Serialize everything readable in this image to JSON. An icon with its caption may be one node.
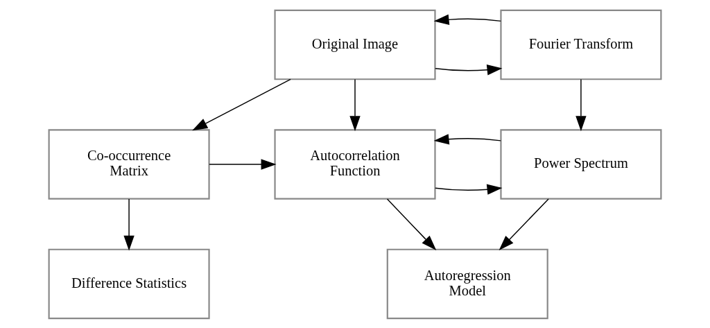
{
  "diagram": {
    "nodes": [
      {
        "text": [
          "Original Image"
        ]
      },
      {
        "text": [
          "Fourier Transform"
        ]
      },
      {
        "text": [
          "Co-occurrence Matrix"
        ]
      },
      {
        "text": [
          "Autocorrelation Function"
        ]
      },
      {
        "text": [
          "Power Spectrum"
        ]
      },
      {
        "text": [
          "Difference Statistics"
        ]
      },
      {
        "text": [
          "Autoregression Model"
        ]
      }
    ],
    "edges": [
      {
        "from": 0,
        "to": 1,
        "arrow": "to"
      },
      {
        "from": 1,
        "to": 0,
        "arrow": "to"
      },
      {
        "from": 1,
        "to": 4,
        "arrow": "to"
      },
      {
        "from": 0,
        "to": 2,
        "arrow": "to"
      },
      {
        "from": 0,
        "to": 3,
        "arrow": "to"
      },
      {
        "from": 2,
        "to": 3,
        "arrow": "to"
      },
      {
        "from": 3,
        "to": 4,
        "arrow": "to"
      },
      {
        "from": 4,
        "to": 3,
        "arrow": "to"
      },
      {
        "from": 2,
        "to": 5,
        "arrow": "to"
      },
      {
        "from": 3,
        "to": 6,
        "arrow": "to"
      },
      {
        "from": 4,
        "to": 6,
        "arrow": "to"
      }
    ]
  }
}
